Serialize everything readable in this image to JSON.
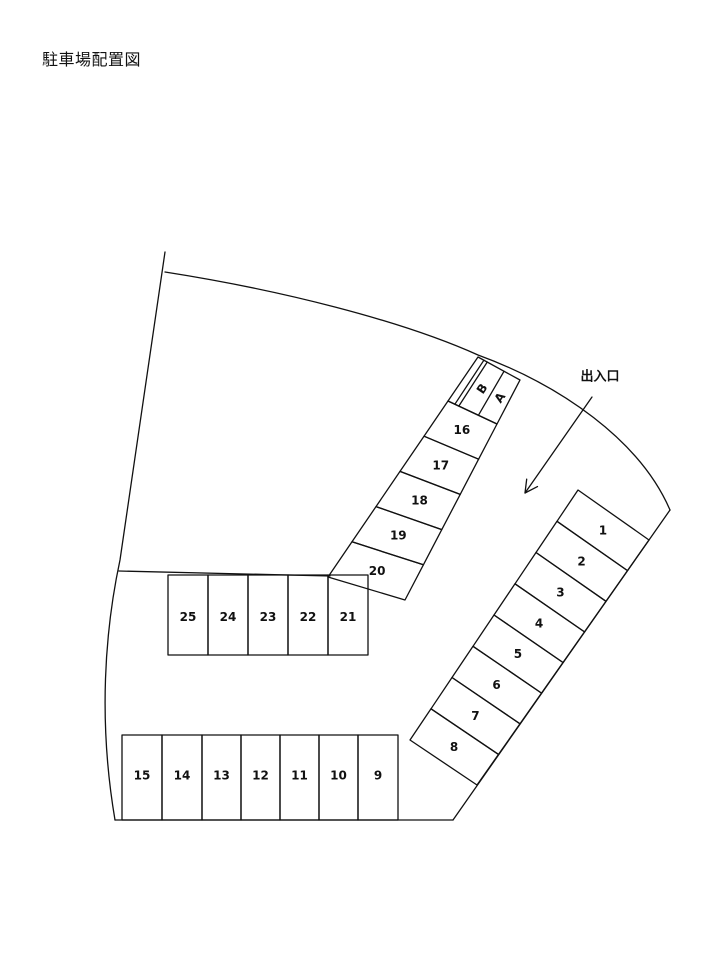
{
  "title": "駐車場配置図",
  "entrance_label": "出入口",
  "spaces": {
    "right_row": [
      "1",
      "2",
      "3",
      "4",
      "5",
      "6",
      "7",
      "8"
    ],
    "small_slots": [
      "B",
      "A"
    ],
    "middle_row": [
      "16",
      "17",
      "18",
      "19",
      "20"
    ],
    "center_row": [
      "25",
      "24",
      "23",
      "22",
      "21"
    ],
    "bottom_row": [
      "15",
      "14",
      "13",
      "12",
      "11",
      "10",
      "9"
    ]
  },
  "colors": {
    "line": "#111111",
    "background": "#ffffff"
  }
}
